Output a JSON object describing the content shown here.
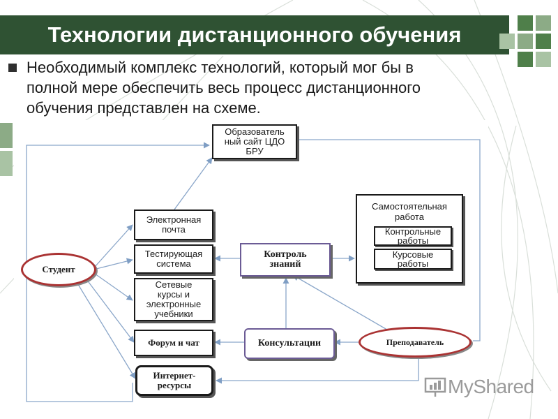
{
  "slide": {
    "title": "Технологии дистанционного обучения",
    "body_line1": "Необходимый комплекс технологий, который мог бы в",
    "body_line2": "полной мере обеспечить весь процесс дистанционного",
    "body_line3": "обучения представлен на схеме."
  },
  "diagram": {
    "site": [
      "Образователь",
      "ный сайт ЦДО",
      "БРУ"
    ],
    "email": [
      "Электронная",
      "почта"
    ],
    "testing": [
      "Тестирующая",
      "система"
    ],
    "courses": [
      "Сетевые",
      "курсы и",
      "электронные",
      "учебники"
    ],
    "forum": "Форум и чат",
    "internet": [
      "Интернет-",
      "ресурсы"
    ],
    "student": "Студент",
    "control": [
      "Контроль",
      "знаний"
    ],
    "consult": "Консультации",
    "teacher": "Преподаватель",
    "independent_title": [
      "Самостоятельная",
      "работа"
    ],
    "tests_work": [
      "Контрольные",
      "работы"
    ],
    "course_work": [
      "Курсовые",
      "работы"
    ]
  },
  "logo": {
    "text": "MyShared"
  },
  "colors": {
    "title_bg": "#2f5233",
    "accent_green": "#4f7f4a",
    "arrow": "#7f9ec4",
    "ellipse_border": "#a33333"
  }
}
